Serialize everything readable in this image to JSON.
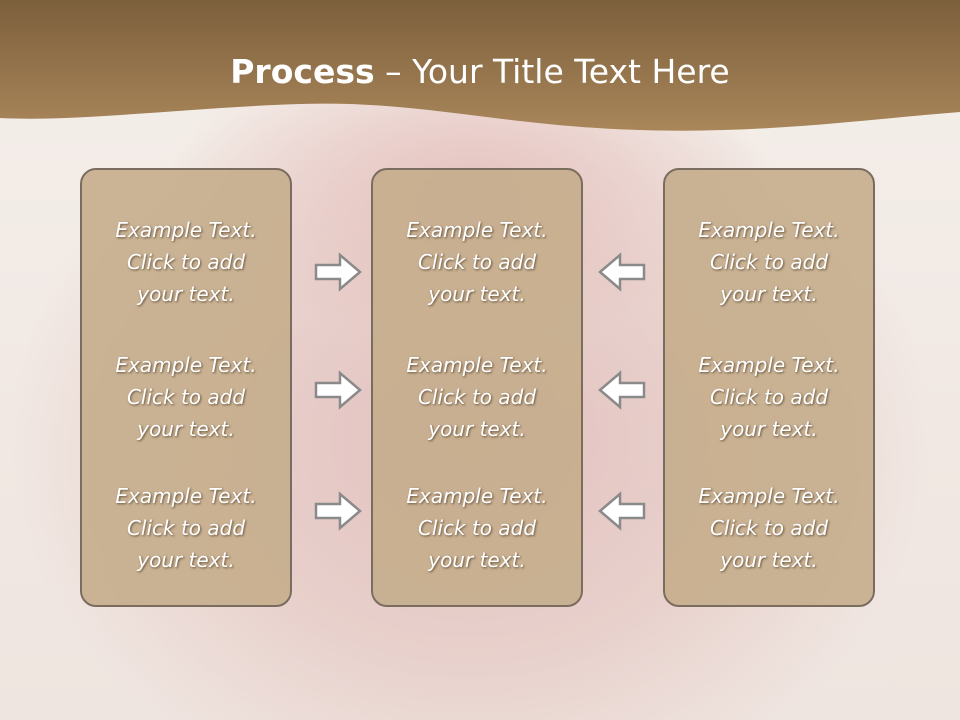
{
  "slide": {
    "title_bold": "Process",
    "title_rest": " – Your Title Text Here"
  },
  "colors": {
    "header_band": "#8e6e45",
    "box_fill": "#c4ac8a",
    "box_border": "#7a6d5f",
    "arrow_fill": "#ffffff",
    "arrow_stroke": "#8a8a8a"
  },
  "columns": [
    {
      "items": [
        {
          "line1": "Example Text.",
          "line2": "Click  to add",
          "line3": "your text."
        },
        {
          "line1": "Example Text.",
          "line2": "Click  to add",
          "line3": "your text."
        },
        {
          "line1": "Example Text.",
          "line2": "Click  to add",
          "line3": "your text."
        }
      ]
    },
    {
      "items": [
        {
          "line1": "Example Text.",
          "line2": "Click  to add",
          "line3": "your text."
        },
        {
          "line1": "Example Text.",
          "line2": "Click  to add",
          "line3": "your text."
        },
        {
          "line1": "Example Text.",
          "line2": "Click  to add",
          "line3": "your text."
        }
      ]
    },
    {
      "items": [
        {
          "line1": "Example Text.",
          "line2": "Click  to add",
          "line3": "your text."
        },
        {
          "line1": "Example Text.",
          "line2": "Click  to add",
          "line3": "your text."
        },
        {
          "line1": "Example Text.",
          "line2": "Click  to add",
          "line3": "your text."
        }
      ]
    }
  ],
  "arrows": {
    "left_to_center": [
      "right-arrow-icon",
      "right-arrow-icon",
      "right-arrow-icon"
    ],
    "right_to_center": [
      "left-arrow-icon",
      "left-arrow-icon",
      "left-arrow-icon"
    ]
  }
}
